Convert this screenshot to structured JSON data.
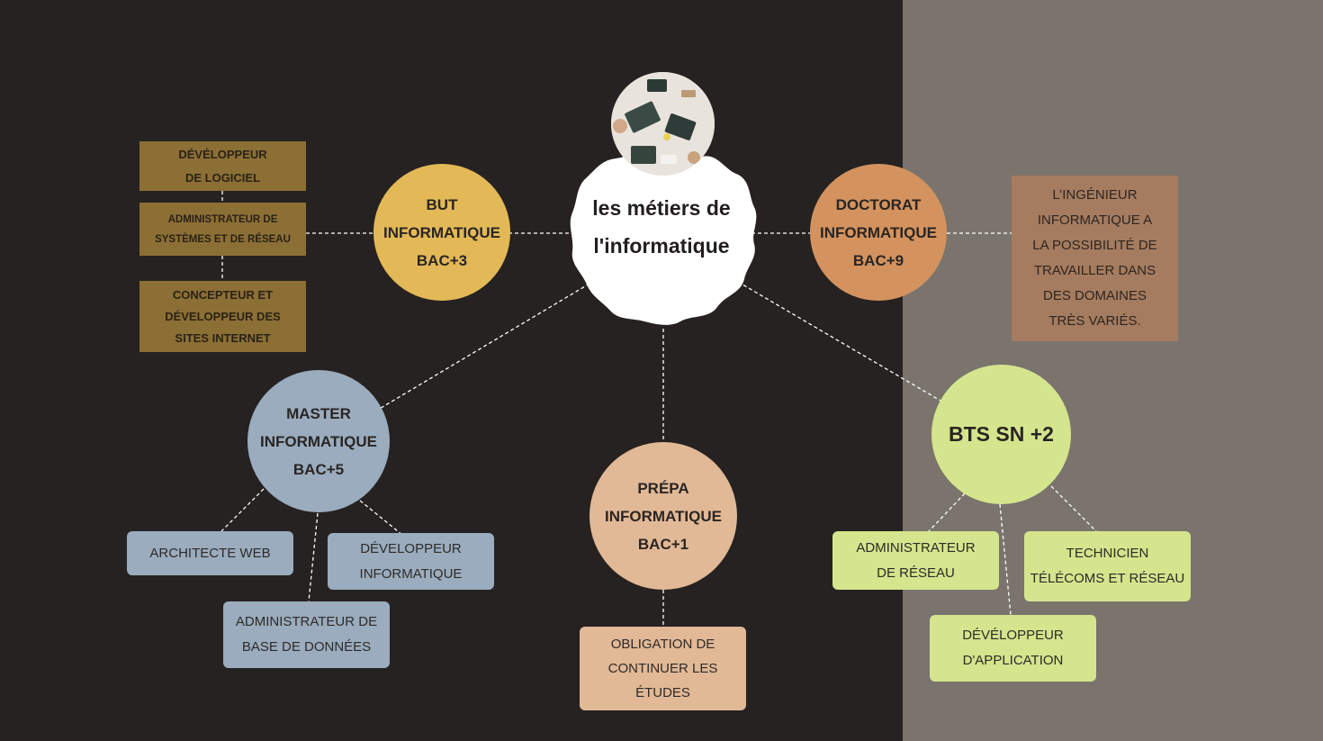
{
  "center": {
    "title_line1": "les métiers de",
    "title_line2": "l'informatique"
  },
  "nodes": {
    "but": {
      "l1": "BUT",
      "l2": "INFORMATIQUE",
      "l3": "BAC+3",
      "color": "#e3b957"
    },
    "doctorat": {
      "l1": "DOCTORAT",
      "l2": "INFORMATIQUE",
      "l3": "BAC+9",
      "color": "#d4935e"
    },
    "master": {
      "l1": "MASTER",
      "l2": "INFORMATIQUE",
      "l3": "BAC+5",
      "color": "#9aacbe"
    },
    "prepa": {
      "l1": "PRÉPA",
      "l2": "INFORMATIQUE",
      "l3": "BAC+1",
      "color": "#e1b996"
    },
    "bts": {
      "l1": "BTS SN +2",
      "color": "#d4e58d"
    }
  },
  "boxes": {
    "dev_logiciel": {
      "l1": "DÉVÉLOPPEUR",
      "l2": "DE LOGICIEL"
    },
    "admin_sys": {
      "l1": "ADMINISTRATEUR DE",
      "l2": "SYSTÈMES ET DE RÉSEAU"
    },
    "concepteur": {
      "l1": "CONCEPTEUR ET",
      "l2": "DÉVELOPPEUR  DES",
      "l3": "SITES INTERNET"
    },
    "ingenieur": {
      "l1": "L’INGÉNIEUR",
      "l2": "INFORMATIQUE A",
      "l3": "LA POSSIBILITÉ DE",
      "l4": "TRAVAILLER DANS",
      "l5": "DES DOMAINES",
      "l6": "TRÈS VARIÉS."
    },
    "architecte": {
      "l1": "ARCHITECTE WEB"
    },
    "dev_info": {
      "l1": "DÉVELOPPEUR",
      "l2": "INFORMATIQUE"
    },
    "admin_bdd": {
      "l1": "ADMINISTRATEUR DE",
      "l2": "BASE DE DONNÉES"
    },
    "obligation": {
      "l1": "OBLIGATION DE",
      "l2": "CONTINUER LES",
      "l3": "ÉTUDES"
    },
    "admin_reseau": {
      "l1": "ADMINISTRATEUR",
      "l2": "DE RÉSEAU"
    },
    "technicien": {
      "l1": "TECHNICIEN",
      "l2": "TÉLÉCOMS ET RÉSEAU"
    },
    "dev_app": {
      "l1": "DÉVÉLOPPEUR",
      "l2": "D'APPLICATION"
    }
  }
}
